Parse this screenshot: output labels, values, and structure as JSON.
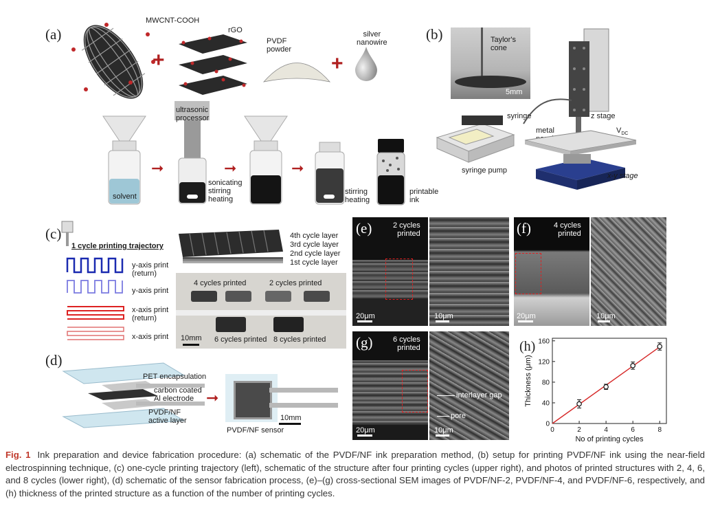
{
  "panels": {
    "a": {
      "label": "(a)",
      "mwcnt": "MWCNT-COOH",
      "rgo": "rGO",
      "pvdf_powder": "PVDF\npowder",
      "silver_nanowire": "silver\nnanowire",
      "ultrasonic_processor": "ultrasonic\nprocessor",
      "solvent": "solvent",
      "sonicating": "sonicating\nstirring\nheating",
      "stirring": "stirring\nheating",
      "printable_ink": "printable\nink",
      "accent": "#b02020"
    },
    "b": {
      "label": "(b)",
      "taylor_cone": "Taylor's\ncone",
      "scale": "5mm",
      "syringe": "syringe",
      "metal_nozzle": "metal\nnozzle",
      "z_stage": "z stage",
      "vdc": "V",
      "vdc_sub": "DC",
      "syringe_pump": "syringe pump",
      "xy_stage": "x-y stage"
    },
    "c": {
      "label": "(c)",
      "title": "1 cycle printing trajectory",
      "traj": [
        "y-axis print\n(return)",
        "y-axis print",
        "x-axis print\n(return)",
        "x-axis print"
      ],
      "layers": [
        "4th cycle layer",
        "3rd cycle layer",
        "2nd cycle layer",
        "1st cycle layer"
      ],
      "photo": [
        "4 cycles printed",
        "2 cycles printed",
        "6 cycles printed",
        "8 cycles printed"
      ],
      "scale": "10mm"
    },
    "d": {
      "label": "(d)",
      "pet": "PET encapsulation",
      "carbon": "carbon coated\nAl electrode",
      "active": "PVDF/NF\nactive layer",
      "sensor": "PVDF/NF sensor",
      "scale": "10mm"
    },
    "e": {
      "label": "(e)",
      "text": "2 cycles\nprinted",
      "scale1": "20μm",
      "scale2": "10μm"
    },
    "f": {
      "label": "(f)",
      "text": "4 cycles\nprinted",
      "scale1": "20μm",
      "scale2": "10μm"
    },
    "g": {
      "label": "(g)",
      "text": "6 cycles\nprinted",
      "scale1": "20μm",
      "scale2": "10μm",
      "interlayer": "interlayer gap",
      "pore": "pore"
    }
  },
  "chart_data": {
    "type": "line",
    "panel_label": "(h)",
    "x": [
      2,
      4,
      6,
      8
    ],
    "values": [
      38,
      71,
      112,
      149
    ],
    "errors": [
      8,
      5,
      7,
      7
    ],
    "xlabel": "No of printing cycles",
    "ylabel": "Thickness (μm)",
    "xlim": [
      0,
      8.5
    ],
    "ylim": [
      0,
      165
    ],
    "xticks": [
      "0",
      "2",
      "4",
      "6",
      "8"
    ],
    "yticks": [
      "0",
      "40",
      "80",
      "120",
      "160"
    ],
    "fit_color": "#d62828",
    "grid": false
  },
  "caption": {
    "figlabel": "Fig. 1",
    "text": "Ink preparation and device fabrication procedure: (a) schematic of the PVDF/NF ink preparation method, (b) setup for printing PVDF/NF ink using the near-field electrospinning technique, (c) one-cycle printing trajectory (left), schematic of the structure after four printing cycles (upper right), and photos of printed structures with 2, 4, 6, and 8 cycles (lower right), (d) schematic of the sensor fabrication process, (e)–(g) cross-sectional SEM images of PVDF/NF-2, PVDF/NF-4, and PVDF/NF-6, respectively, and (h) thickness of the printed structure as a function of the number of printing cycles."
  }
}
